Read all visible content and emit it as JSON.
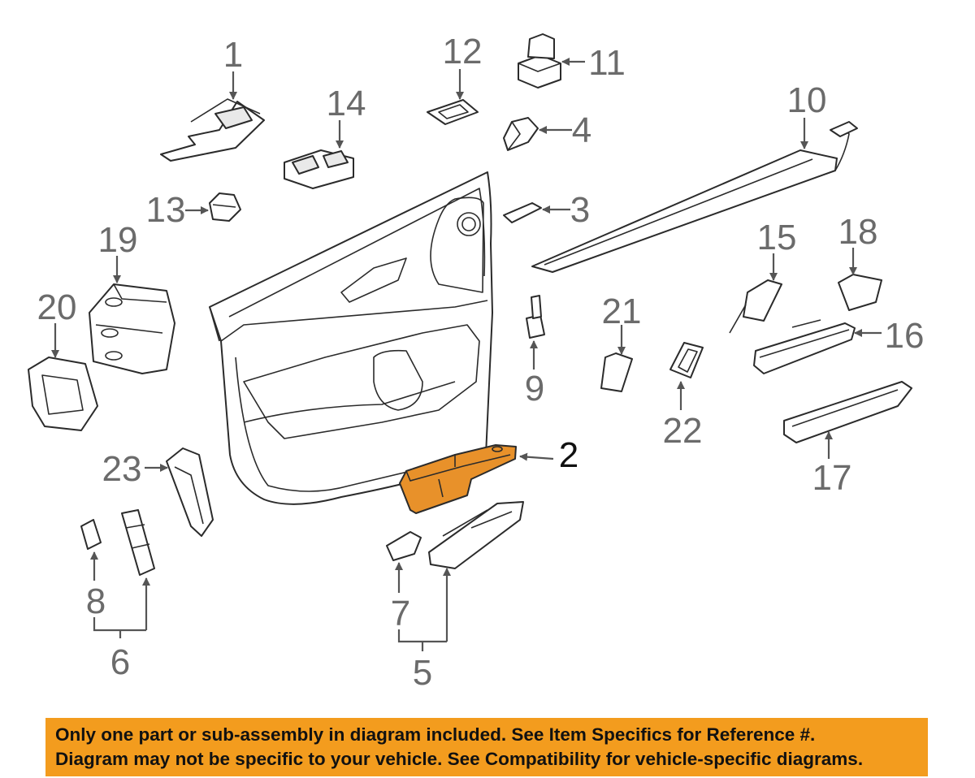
{
  "callouts": {
    "c1": "1",
    "c2": "2",
    "c3": "3",
    "c4": "4",
    "c5": "5",
    "c6": "6",
    "c7": "7",
    "c8": "8",
    "c9": "9",
    "c10": "10",
    "c11": "11",
    "c12": "12",
    "c13": "13",
    "c14": "14",
    "c15": "15",
    "c16": "16",
    "c17": "17",
    "c18": "18",
    "c19": "19",
    "c20": "20",
    "c21": "21",
    "c22": "22",
    "c23": "23"
  },
  "highlighted_part": "2",
  "colors": {
    "highlight": "#e8912a",
    "banner": "#f39c1e",
    "callout_text": "#6b6b6b"
  },
  "banner": {
    "line1": "Only one part or sub-assembly in diagram included. See Item Specifics for Reference #.",
    "line2": "Diagram may not be specific to your vehicle. See Compatibility for vehicle-specific diagrams."
  }
}
